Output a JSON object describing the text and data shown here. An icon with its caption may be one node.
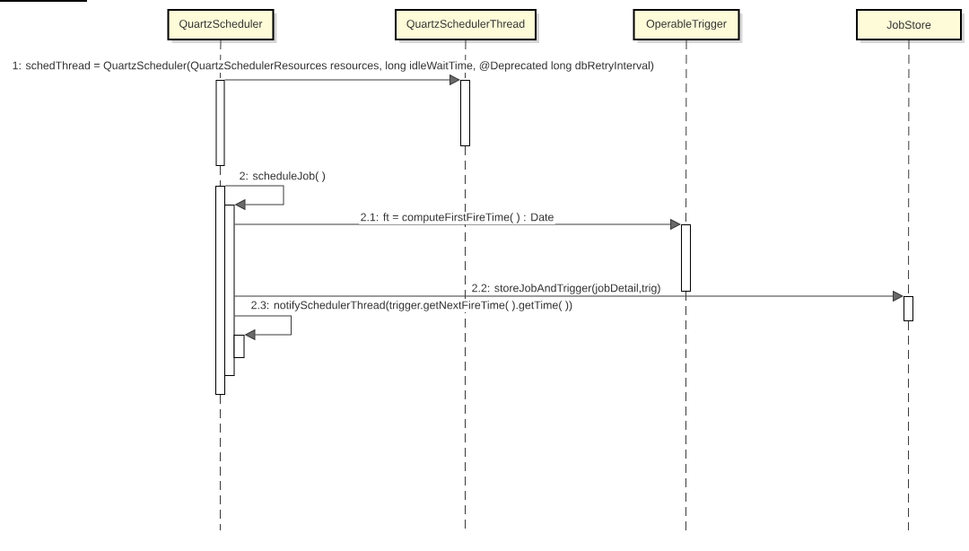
{
  "diagram": {
    "nodes": [
      {
        "text": [
          "QuartzScheduler"
        ]
      },
      {
        "text": [
          "QuartzSchedulerThread"
        ]
      },
      {
        "text": [
          "OperableTrigger"
        ]
      },
      {
        "text": [
          "JobStore"
        ]
      },
      {
        "text": [],
        "shape": "bar"
      },
      {
        "text": [],
        "shape": "bar"
      },
      {
        "text": [],
        "shape": "bar"
      },
      {
        "text": [],
        "shape": "bar"
      },
      {
        "text": [],
        "shape": "bar"
      },
      {
        "text": [],
        "shape": "bar"
      },
      {
        "text": [],
        "shape": "bar"
      }
    ],
    "edges": [
      {
        "from": 0,
        "to": 4,
        "arrow": "none",
        "style": "dashed"
      },
      {
        "from": 4,
        "to": 6,
        "arrow": "none",
        "style": "dashed"
      },
      {
        "from": 6,
        "to": null,
        "arrow": "none",
        "style": "dashed"
      },
      {
        "from": 1,
        "to": 5,
        "arrow": "none",
        "style": "dashed"
      },
      {
        "from": 5,
        "to": null,
        "arrow": "none",
        "style": "dashed"
      },
      {
        "from": 2,
        "to": 8,
        "arrow": "none",
        "style": "dashed"
      },
      {
        "from": 8,
        "to": null,
        "arrow": "none",
        "style": "dashed"
      },
      {
        "from": 3,
        "to": 9,
        "arrow": "none",
        "style": "dashed"
      },
      {
        "from": 9,
        "to": null,
        "arrow": "none",
        "style": "dashed"
      },
      {
        "from": 4,
        "to": 5,
        "arrow": "to",
        "label": "1: schedThread = QuartzScheduler(QuartzSchedulerResources resources, long idleWaitTime, @Deprecated long dbRetryInterval)"
      },
      {
        "from": 6,
        "to": 7,
        "arrow": "to",
        "label": "2: scheduleJob( )"
      },
      {
        "from": 7,
        "to": 8,
        "arrow": "to",
        "label": "2.1: ft = computeFirstFireTime( ) : Date"
      },
      {
        "from": 7,
        "to": 9,
        "arrow": "to",
        "label": "2.2: storeJobAndTrigger(jobDetail,trig)"
      },
      {
        "from": 7,
        "to": 10,
        "arrow": "to",
        "label": "2.3: notifySchedulerThread(trigger.getNextFireTime( ).getTime( ))"
      }
    ]
  }
}
